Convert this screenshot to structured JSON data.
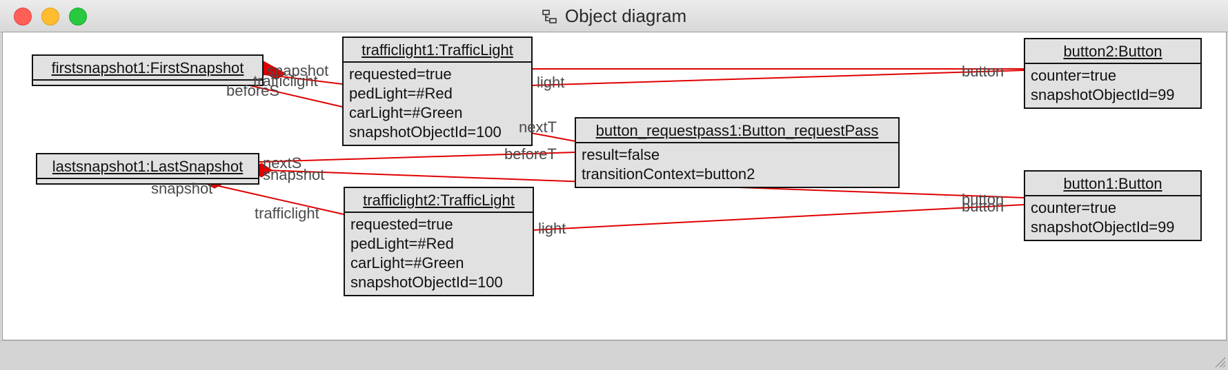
{
  "window": {
    "title": "Object diagram",
    "icons": {
      "title_icon": "diagram-icon",
      "close": "close-icon",
      "minimize": "minimize-icon",
      "maximize": "maximize-icon"
    }
  },
  "colors": {
    "link": "#e00000",
    "box_fill": "#e1e1e1",
    "box_border": "#111111",
    "label": "#4a4a4a"
  },
  "objects": {
    "firstsnapshot1": {
      "name": "firstsnapshot1:FirstSnapshot",
      "attrs": []
    },
    "lastsnapshot1": {
      "name": "lastsnapshot1:LastSnapshot",
      "attrs": []
    },
    "trafficlight1": {
      "name": "trafficlight1:TrafficLight",
      "attrs": [
        "requested=true",
        "pedLight=#Red",
        "carLight=#Green",
        "snapshotObjectId=100"
      ]
    },
    "trafficlight2": {
      "name": "trafficlight2:TrafficLight",
      "attrs": [
        "requested=true",
        "pedLight=#Red",
        "carLight=#Green",
        "snapshotObjectId=100"
      ]
    },
    "button_requestpass1": {
      "name": "button_requestpass1:Button_requestPass",
      "attrs": [
        "result=false",
        "transitionContext=button2"
      ]
    },
    "button2": {
      "name": "button2:Button",
      "attrs": [
        "counter=true",
        "snapshotObjectId=99"
      ]
    },
    "button1": {
      "name": "button1:Button",
      "attrs": [
        "counter=true",
        "snapshotObjectId=99"
      ]
    }
  },
  "role_labels": {
    "first_snapshot": "snapshot",
    "first_trafficlight": "trafficlight",
    "first_befores": "beforeS",
    "tl1_light": "light",
    "button2_button": "button",
    "next_t": "nextT",
    "before_t": "beforeT",
    "next_s": "nextS",
    "last_snapshot_right": "snapshot",
    "last_snapshot_below": "snapshot",
    "last_trafficlight": "trafficlight",
    "tl2_light": "light",
    "button1_button_a": "button",
    "button1_button_b": "button"
  }
}
